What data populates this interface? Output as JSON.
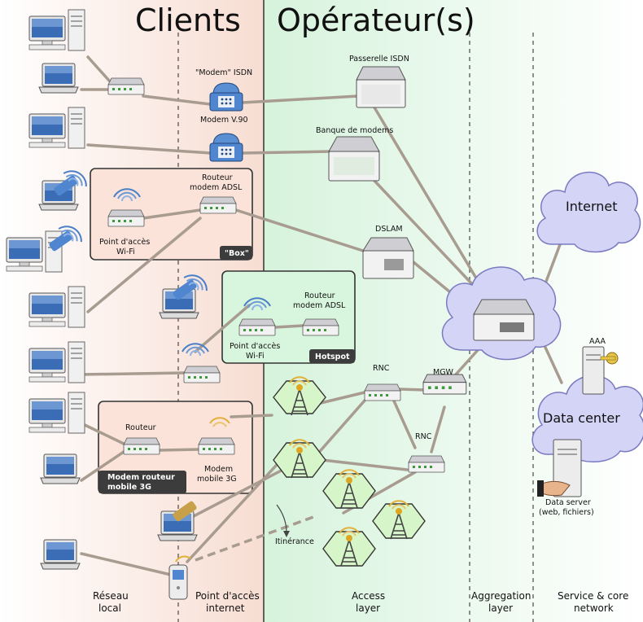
{
  "headings": {
    "clients": "Clients",
    "operators": "Opérateur(s)"
  },
  "zones": {
    "local_network": [
      "Réseau",
      "local"
    ],
    "internet_access_point": [
      "Point d'accès",
      "internet"
    ],
    "access_layer": [
      "Access",
      "layer"
    ],
    "aggregation_layer": [
      "Aggregation",
      "layer"
    ],
    "service_core_network": [
      "Service & core",
      "network"
    ]
  },
  "devices": {
    "modem_isdn": "\"Modem\" ISDN",
    "modem_v90": "Modem V.90",
    "isdn_gateway": "Passerelle ISDN",
    "modem_bank": "Banque de modems",
    "adsl_router_box": [
      "Routeur",
      "modem ADSL"
    ],
    "wifi_ap_box": [
      "Point d'accès",
      "Wi-Fi"
    ],
    "dslam": "DSLAM",
    "adsl_router_hotspot": [
      "Routeur",
      "modem ADSL"
    ],
    "wifi_ap_hotspot": [
      "Point d'accès",
      "Wi-Fi"
    ],
    "rnc_top": "RNC",
    "mgw": "MGW",
    "rnc_bottom": "RNC",
    "router_3g": "Routeur",
    "modem_3g": [
      "Modem",
      "mobile 3G"
    ],
    "roaming": "Itinérance",
    "aaa": "AAA",
    "data_server": [
      "Data server",
      "(web, fichiers)"
    ]
  },
  "groups": {
    "box": "\"Box\"",
    "hotspot": "Hotspot",
    "modem_3g_router": [
      "Modem routeur",
      "mobile 3G"
    ]
  },
  "clouds": {
    "internet": "Internet",
    "data_center": "Data center"
  },
  "colors": {
    "clients_bg": "#f7ddd2",
    "operators_bg": "#d6f3dc",
    "cloud": "#d4d4f6",
    "link": "#a89c90",
    "dark_tag": "#3c3c3c"
  }
}
